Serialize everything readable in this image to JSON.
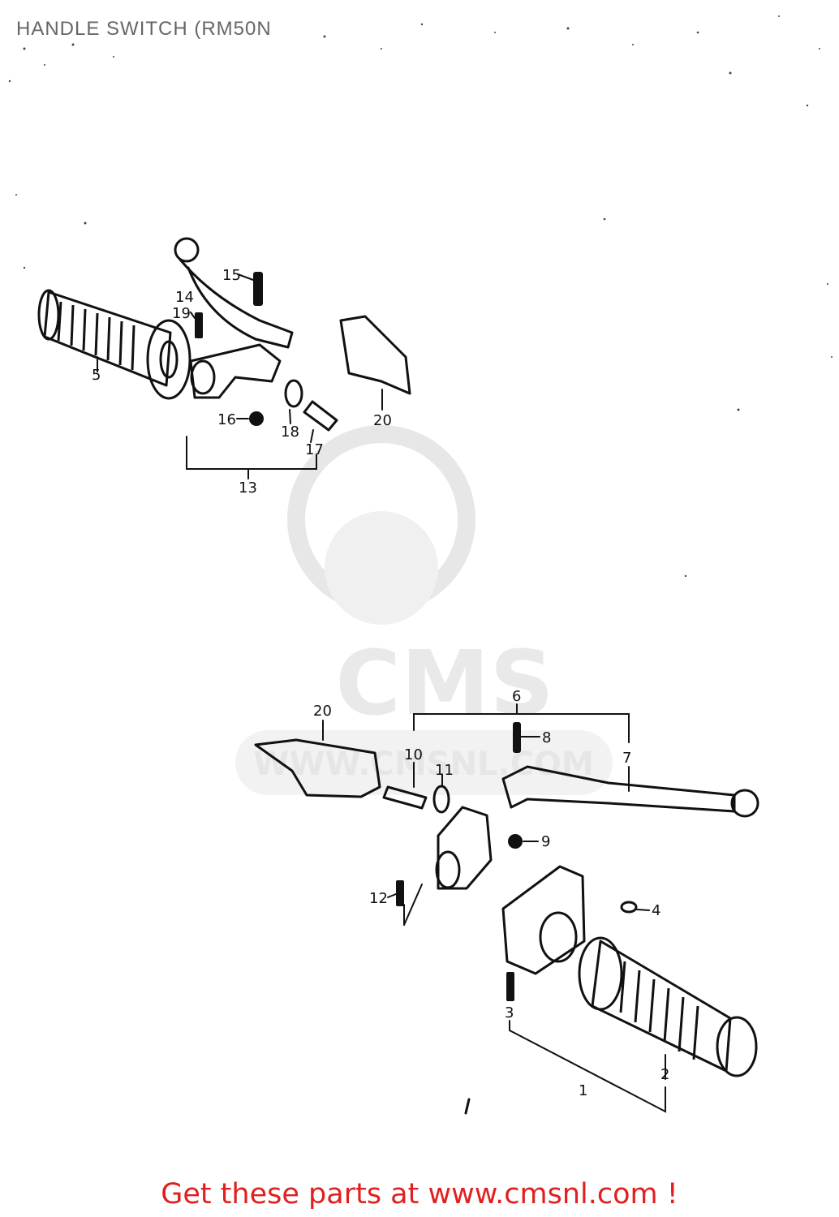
{
  "title": "HANDLE SWITCH (RM50N",
  "footer": "Get these parts at www.cmsnl.com !",
  "watermark": {
    "brand": "CMS",
    "url": "WWW.CMSNL.COM"
  },
  "labels": {
    "p1": "1",
    "p2": "2",
    "p3": "3",
    "p4": "4",
    "p6": "6",
    "p7": "7",
    "p8": "8",
    "p9": "9",
    "p10": "10",
    "p11": "11",
    "p12": "12",
    "p13": "13",
    "p14": "14",
    "p15": "15",
    "p16": "16",
    "p17": "17",
    "p18": "18",
    "p19": "19",
    "p20a": "20",
    "p20b": "20"
  },
  "colors": {
    "footer": "#e02020",
    "ink": "#111111",
    "watermark": "#d9d9d9"
  }
}
